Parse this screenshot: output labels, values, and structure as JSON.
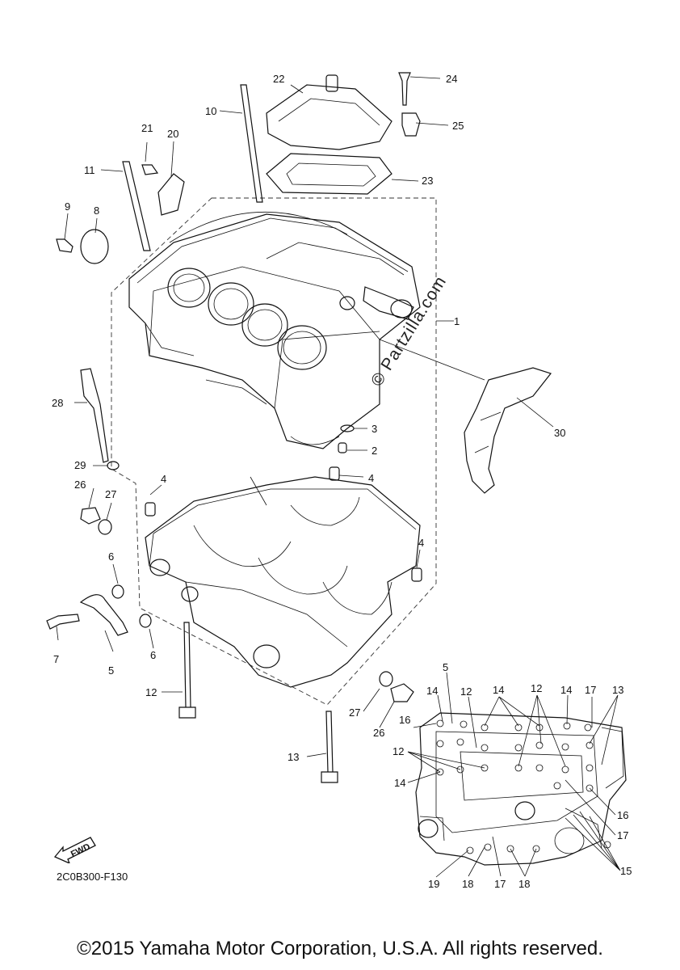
{
  "diagram_code": "2C0B300-F130",
  "copyright": "©2015 Yamaha Motor Corporation, U.S.A. All rights reserved.",
  "watermark": "© Partzilla.com",
  "fwd_label": "FWD",
  "callouts": {
    "c1": "1",
    "c2": "2",
    "c3": "3",
    "c4a": "4",
    "c4b": "4",
    "c4c": "4",
    "c5a": "5",
    "c6a": "6",
    "c6b": "6",
    "c7": "7",
    "c8": "8",
    "c9": "9",
    "c10": "10",
    "c11": "11",
    "c12a": "12",
    "c13a": "13",
    "c20": "20",
    "c21": "21",
    "c22": "22",
    "c23": "23",
    "c24": "24",
    "c25": "25",
    "c26a": "26",
    "c26b": "26",
    "c27a": "27",
    "c27b": "27",
    "c28": "28",
    "c29": "29",
    "c30": "30"
  },
  "inset_callouts": {
    "i5": "5",
    "i14a": "14",
    "i12a": "12",
    "i14b": "14",
    "i12b": "12",
    "i14c": "14",
    "i17a": "17",
    "i13": "13",
    "i16a": "16",
    "i12c": "12",
    "i14d": "14",
    "i16b": "16",
    "i17b": "17",
    "i15": "15",
    "i19": "19",
    "i18a": "18",
    "i17c": "17",
    "i18b": "18"
  }
}
